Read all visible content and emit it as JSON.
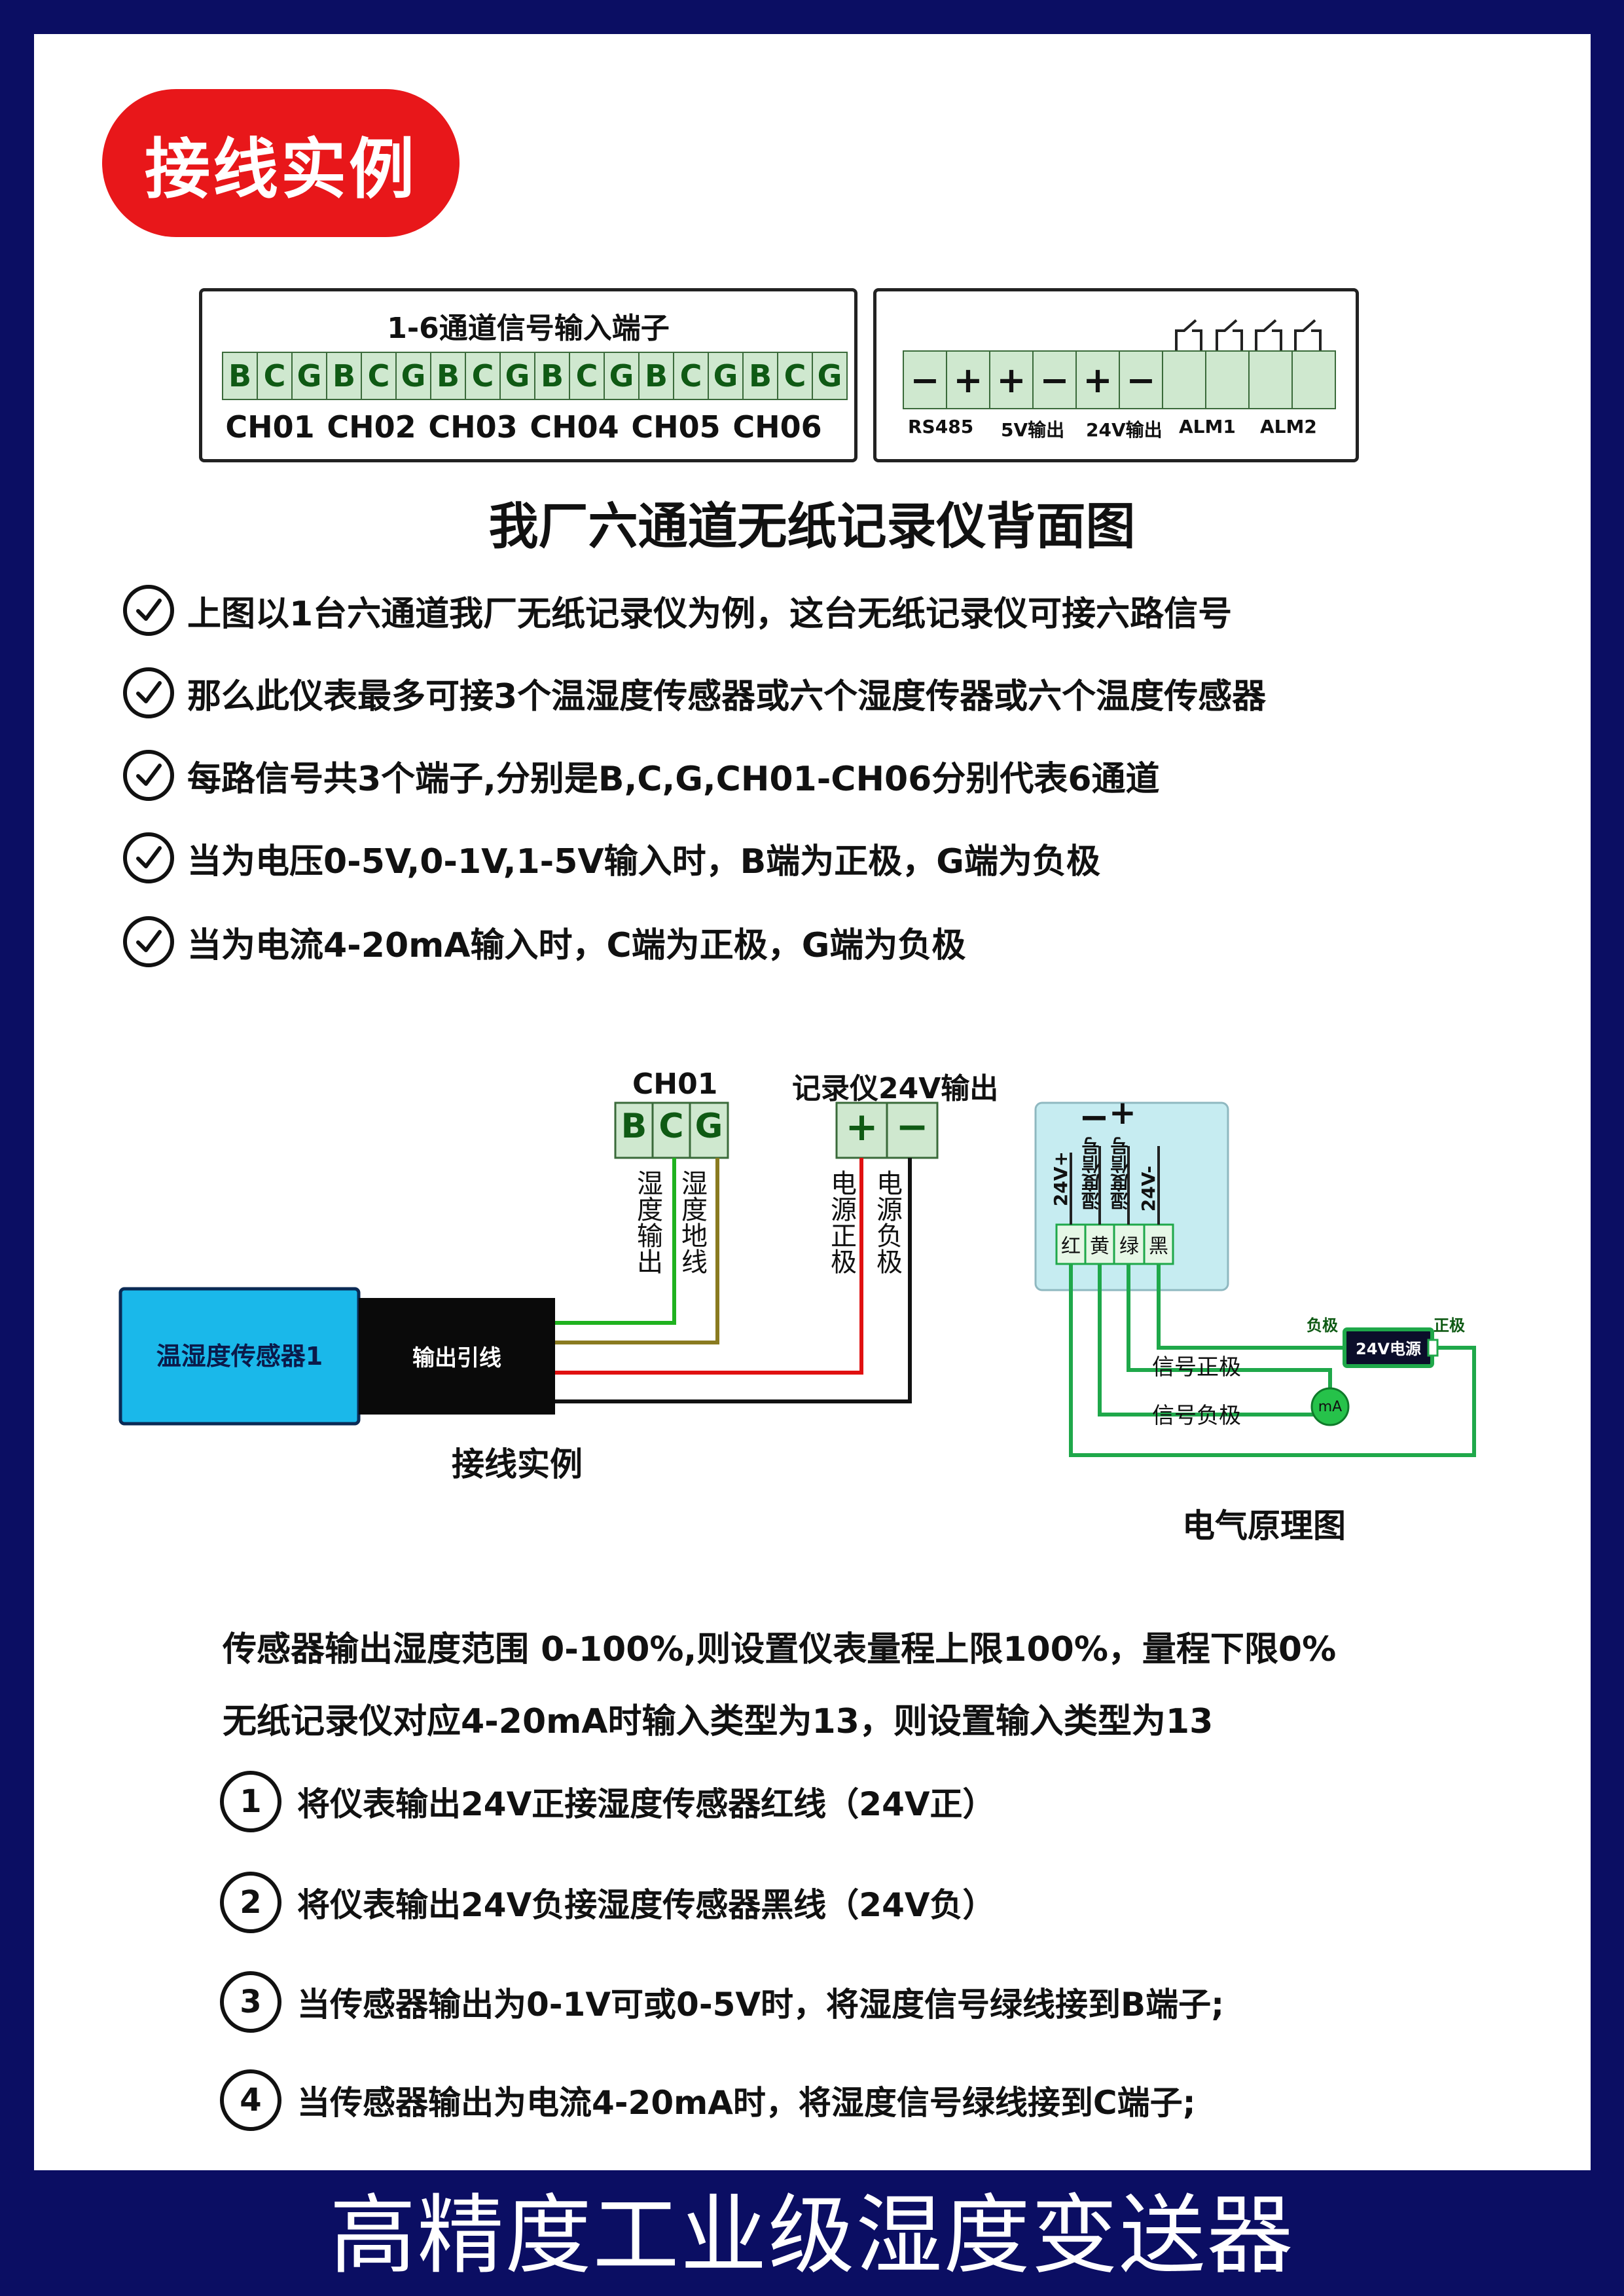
{
  "title_pill": "接线实例",
  "terminal_block": {
    "title": "1-6通道信号输入端子",
    "terminals": [
      "B",
      "C",
      "G",
      "B",
      "C",
      "G",
      "B",
      "C",
      "G",
      "B",
      "C",
      "G",
      "B",
      "C",
      "G",
      "B",
      "C",
      "G"
    ],
    "channels": [
      "CH01",
      "CH02",
      "CH03",
      "CH04",
      "CH05",
      "CH06"
    ]
  },
  "power_block": {
    "terminals": [
      "−",
      "+",
      "+",
      "−",
      "+",
      "−",
      "",
      "",
      "",
      ""
    ],
    "labels": [
      "RS485",
      "5V输出",
      "24V输出",
      "ALM1",
      "ALM2"
    ]
  },
  "rear_view_title": "我厂六通道无纸记录仪背面图",
  "bullets": [
    "上图以1台六通道我厂无纸记录仪为例，这台无纸记录仪可接六路信号",
    "那么此仪表最多可接3个温湿度传感器或六个湿度传器或六个温度传感器",
    "每路信号共3个端子,分别是B,C,G,CH01-CH06分别代表6通道",
    "当为电压0-5V,0-1V,1-5V输入时，B端为正极，G端为负极",
    "当为电流4-20mA输入时，C端为正极，G端为负极"
  ],
  "wiring": {
    "ch_label": "CH01",
    "ch_terms": [
      "B",
      "C",
      "G"
    ],
    "rec_label": "记录仪24V输出",
    "rec_terms": [
      "+",
      "−"
    ],
    "vlabels": [
      "湿度输出",
      "湿度地线",
      "电源正极",
      "电源负极"
    ],
    "sensor": "温湿度传感器1",
    "lead": "输出引线",
    "caption": "接线实例"
  },
  "schematic": {
    "top_minus": "−",
    "top_plus": "+",
    "vlabels": [
      "24V+",
      "湿度信号",
      "湿度信号",
      "24V-"
    ],
    "colors": [
      "红",
      "黄",
      "绿",
      "黑"
    ],
    "neg": "负极",
    "pos": "正极",
    "psu": "24V电源",
    "sig_pos": "信号正极",
    "sig_neg": "信号负极",
    "meter": "mA",
    "caption": "电气原理图"
  },
  "notes": [
    "传感器输出湿度范围 0-100%,则设置仪表量程上限100%，量程下限0%",
    "无纸记录仪对应4-20mA时输入类型为13，则设置输入类型为13"
  ],
  "steps": [
    {
      "n": "1",
      "text": "将仪表输出24V正接湿度传感器红线（24V正）"
    },
    {
      "n": "2",
      "text": "将仪表输出24V负接湿度传感器黑线（24V负）"
    },
    {
      "n": "3",
      "text": "当传感器输出为0-1V可或0-5V时，将湿度信号绿线接到B端子;"
    },
    {
      "n": "4",
      "text": "当传感器输出为电流4-20mA时，将湿度信号绿线接到C端子;"
    }
  ],
  "footer": "高精度工业级湿度变送器",
  "colors": {
    "background": "#0b0e63",
    "pill": "#e8171a",
    "terminal_fill": "#cfe8cf",
    "sensor": "#1ab8ea",
    "wire_green": "#1fb21f",
    "wire_olive": "#8a7a20",
    "wire_red": "#e01010",
    "schematic_fill": "#c6ecf1"
  }
}
